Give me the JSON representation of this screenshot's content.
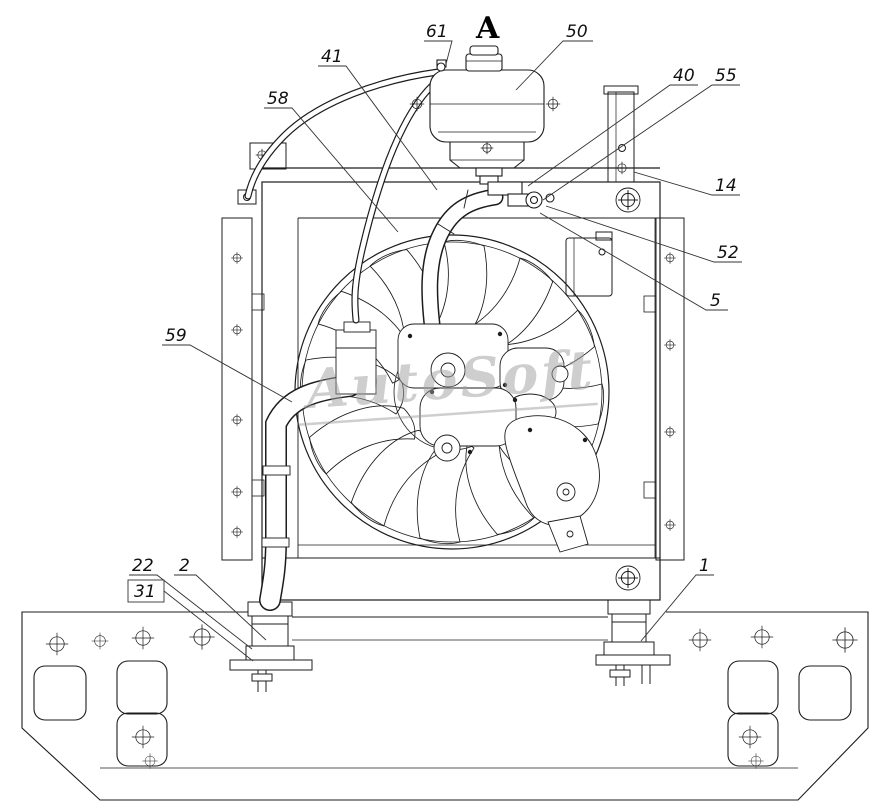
{
  "drawing": {
    "watermark": "AutoSoft",
    "view_label": "A"
  },
  "callouts": {
    "n61": "61",
    "n50": "50",
    "n41": "41",
    "n58": "58",
    "n40": "40",
    "n55": "55",
    "n14": "14",
    "n52": "52",
    "n5": "5",
    "n59": "59",
    "n22": "22",
    "n2": "2",
    "n31": "31",
    "n1": "1"
  }
}
